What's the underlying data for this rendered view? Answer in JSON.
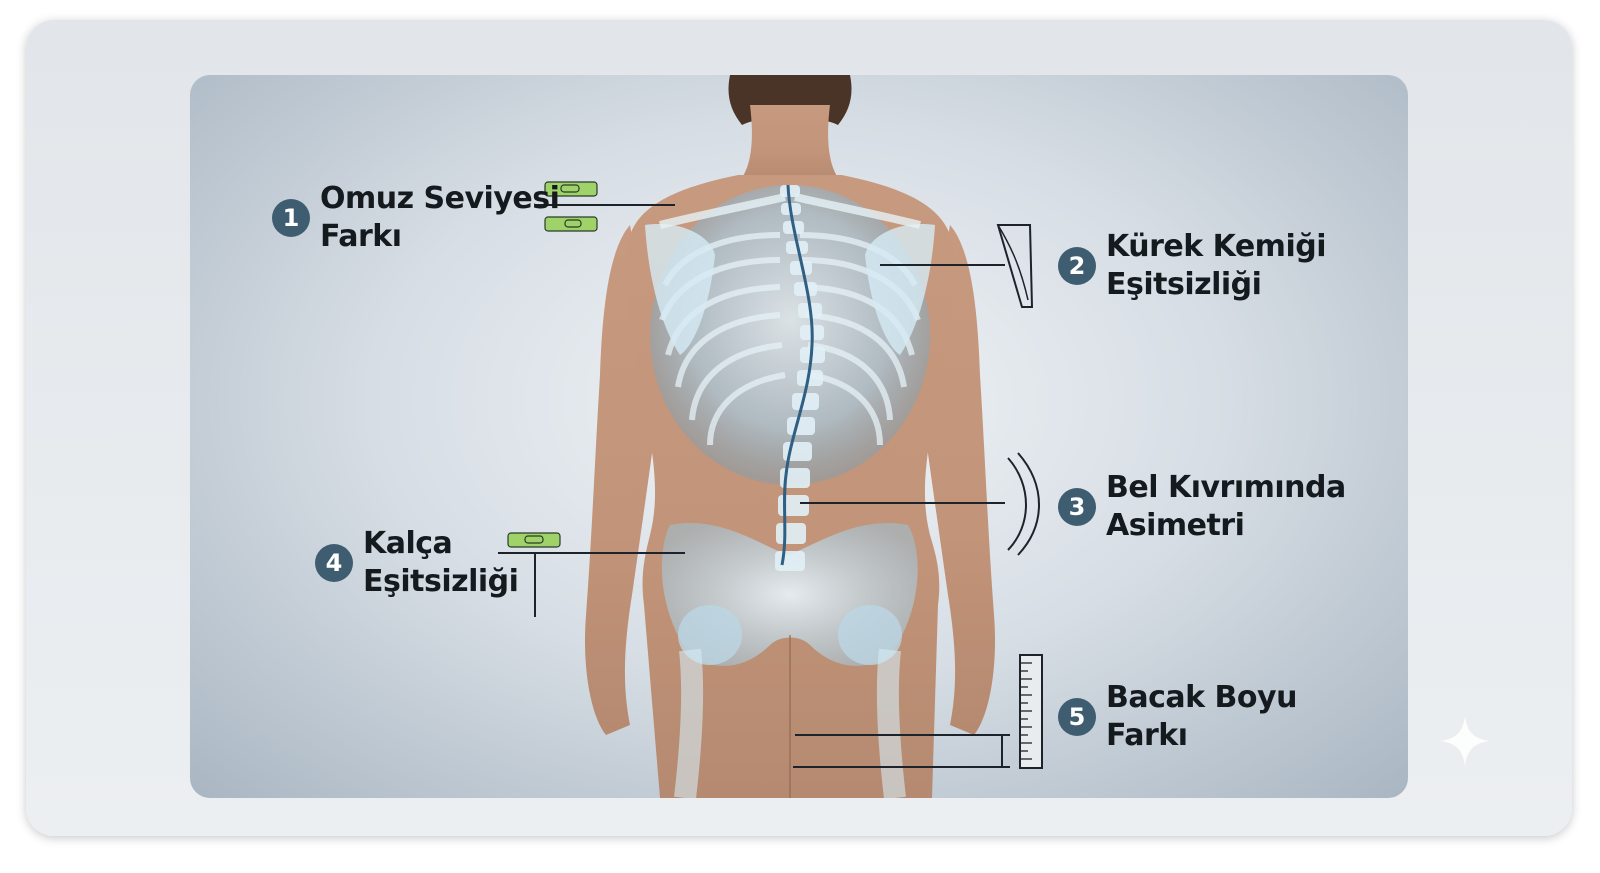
{
  "callouts": [
    {
      "number": "1",
      "line1": "Omuz Seviyesi",
      "line2": "Farkı"
    },
    {
      "number": "2",
      "line1": "Kürek Kemiği",
      "line2": "Eşitsizliği"
    },
    {
      "number": "3",
      "line1": "Bel Kıvrımında",
      "line2": "Asimetri"
    },
    {
      "number": "4",
      "line1": "Kalça",
      "line2": "Eşitsizliği"
    },
    {
      "number": "5",
      "line1": "Bacak Boyu",
      "line2": "Farkı"
    }
  ],
  "colors": {
    "badge": "#3f5d71",
    "level_tool": "#9fd36a",
    "leader_line": "#1c232a",
    "spine_line": "#2f5f82"
  },
  "icons": [
    "level-icon",
    "scapula-icon",
    "curve-brackets-icon",
    "ruler-icon",
    "sparkle-icon"
  ]
}
